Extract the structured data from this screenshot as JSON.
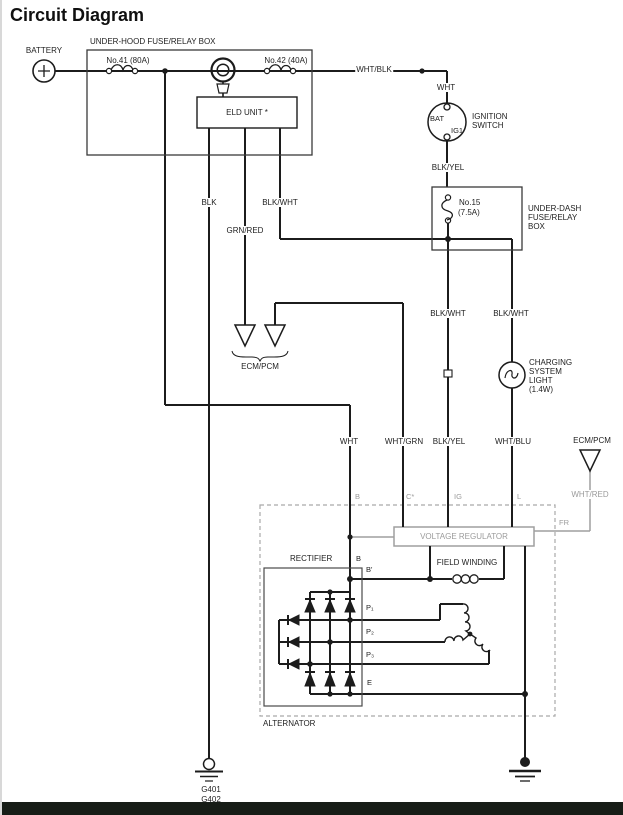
{
  "colors": {
    "ink": "#1c1c1c",
    "muted": "#9f9f9f",
    "footer_bar": "#171d17",
    "paper": "#ffffff"
  },
  "title": "Circuit Diagram",
  "battery": {
    "label": "BATTERY"
  },
  "underhood_box": {
    "label": "UNDER-HOOD FUSE/RELAY BOX",
    "fuse41": "No.41 (80A)",
    "fuse42": "No.42 (40A)",
    "eld_unit": "ELD UNIT *"
  },
  "ignition_switch": {
    "label_line1": "IGNITION",
    "label_line2": "SWITCH",
    "bat_terminal": "BAT",
    "ig1_terminal": "IG1"
  },
  "underdash_box": {
    "label_line1": "UNDER-DASH",
    "label_line2": "FUSE/RELAY",
    "label_line3": "BOX",
    "fuse15_line1": "No.15",
    "fuse15_line2": "(7.5A)"
  },
  "wire_labels": {
    "wht_blk": "WHT/BLK",
    "wht_top": "WHT",
    "blk_yel_top": "BLK/YEL",
    "blk": "BLK",
    "blk_wht_eld": "BLK/WHT",
    "grn_red": "GRN/RED",
    "blk_wht_mid_left": "BLK/WHT",
    "blk_wht_mid_right": "BLK/WHT",
    "wht": "WHT",
    "wht_grn": "WHT/GRN",
    "blk_yel": "BLK/YEL",
    "wht_blu": "WHT/BLU",
    "wht_red": "WHT/RED"
  },
  "ecm_pcm": {
    "bottom_label": "ECM/PCM",
    "right_label": "ECM/PCM"
  },
  "charging_light": {
    "line1": "CHARGING",
    "line2": "SYSTEM",
    "line3": "LIGHT",
    "line4": "(1.4W)"
  },
  "alternator": {
    "label": "ALTERNATOR",
    "terminal_b": "B",
    "terminal_c": "C*",
    "terminal_ig": "IG",
    "terminal_l": "L",
    "terminal_fr": "FR",
    "voltage_regulator": "VOLTAGE REGULATOR",
    "field_winding": "FIELD WINDING",
    "rectifier": {
      "label": "RECTIFIER",
      "terminal_b": "B",
      "terminal_b_prime": "B'",
      "terminal_p1": "P₁",
      "terminal_p2": "P₂",
      "terminal_p3": "P₃",
      "terminal_e": "E"
    }
  },
  "grounds": {
    "g401": "G401",
    "g402": "G402"
  }
}
